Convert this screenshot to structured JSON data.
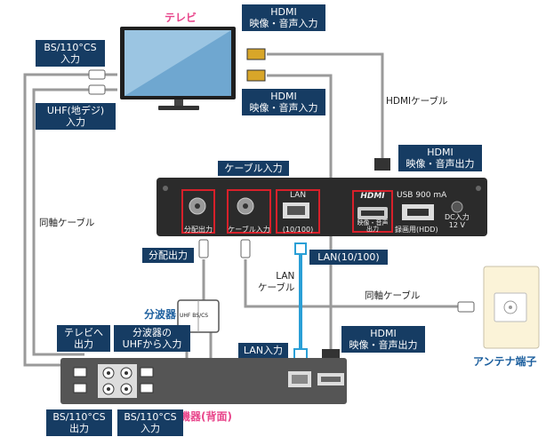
{
  "title_tv": "テレビ",
  "labels": {
    "hdmi_in_1": "HDMI\n映像・音声入力",
    "hdmi_in_2": "HDMI\n映像・音声入力",
    "bs_in_tv": "BS/110°CS\n入力",
    "uhf_in_tv": "UHF(地デジ)\n入力",
    "hdmi_out_top": "HDMI\n映像・音声出力",
    "cable_input": "ケーブル入力",
    "bunpai_out": "分配出力",
    "lan": "LAN(10/100)",
    "lan_in": "LAN入力",
    "hdmi_out_bottom": "HDMI\n映像・音声出力",
    "tv_out": "テレビへ\n出力",
    "splitter_uhf": "分波器の\nUHFから入力",
    "bs_out": "BS/110°CS\n出力",
    "bs_in_rec": "BS/110°CS\n入力"
  },
  "texts": {
    "hdmi_cable": "HDMIケーブル",
    "coax_cable_left": "同軸ケーブル",
    "lan_cable": "LAN\nケーブル",
    "coax_cable_right": "同軸ケーブル",
    "splitter": "分波器",
    "antenna": "アンテナ端子",
    "recorder": "録画機器(背面)",
    "splitter_marks": "UHF BS/CS"
  },
  "device": {
    "port_bunpai": "分配出力",
    "port_cable": "ケーブル入力",
    "port_lan": "LAN",
    "port_lan_speed": "(10/100)",
    "hdmi_logo": "HDMI",
    "port_hdmi": "映像・音声\n出力",
    "usb": "USB 900 mA",
    "rec_hdd": "録画用(HDD)",
    "dc": "DC入力\n12 V"
  },
  "colors": {
    "label_bg": "#163c63",
    "accent_pink": "#e8458b",
    "accent_blue": "#1c5f9e",
    "lan_cable": "#2a9fd6",
    "red_box": "#d8202a",
    "device_body": "#2b2b2b",
    "recorder_body": "#555555",
    "antenna_panel": "#fbf3d8"
  }
}
